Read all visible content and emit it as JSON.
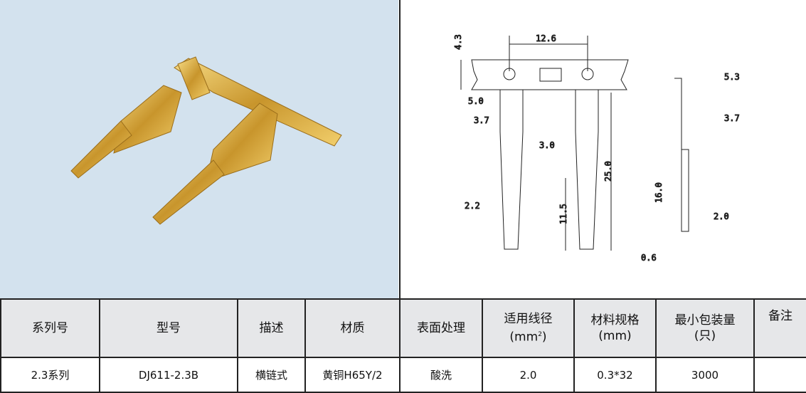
{
  "drawing": {
    "dims": [
      "4.3",
      "12.6",
      "5.0",
      "3.7",
      "3.0",
      "25.0",
      "11.5",
      "2.2",
      "5.3",
      "3.7",
      "16.0",
      "2.0",
      "0.6"
    ]
  },
  "table": {
    "headers": [
      "系列号",
      "型号",
      "描述",
      "材质",
      "表面处理",
      "适用线径",
      "材料规格",
      "最小包装量",
      "备注"
    ],
    "header_sub": {
      "wire": "(mm",
      "wire_sup": "2",
      "wire_close": ")",
      "material": "(mm)",
      "pack": "(只)"
    },
    "row": [
      "2.3系列",
      "DJ611-2.3B",
      "横链式",
      "黄铜H65Y/2",
      "酸洗",
      "2.0",
      "0.3*32",
      "3000",
      ""
    ]
  },
  "colors": {
    "gold": "#d9a93a",
    "photo_bg": "#d3e2ee",
    "header_bg": "#e6e7e9"
  }
}
